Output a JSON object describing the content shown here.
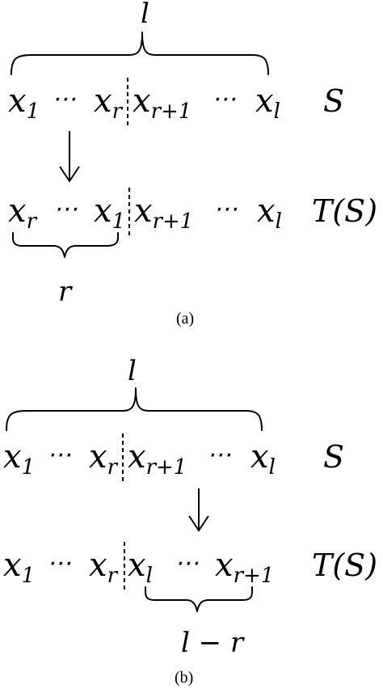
{
  "panel_a": {
    "top_label": "l",
    "row1": [
      "x",
      "1",
      "⋯",
      "x",
      "r",
      "x",
      "r+1",
      "⋯",
      "x",
      "l"
    ],
    "row1_name": "S",
    "row2": [
      "x",
      "r",
      "⋯",
      "x",
      "1",
      "x",
      "r+1",
      "⋯",
      "x",
      "l"
    ],
    "row2_name": "T(S)",
    "bottom_label": "r",
    "caption": "(a)"
  },
  "panel_b": {
    "top_label": "l",
    "row1": [
      "x",
      "1",
      "⋯",
      "x",
      "r",
      "x",
      "r+1",
      "⋯",
      "x",
      "l"
    ],
    "row1_name": "S",
    "row2": [
      "x",
      "1",
      "⋯",
      "x",
      "r",
      "x",
      "l",
      "⋯",
      "x",
      "r+1"
    ],
    "row2_name": "T(S)",
    "bottom_label": "l − r",
    "caption": "(b)"
  }
}
